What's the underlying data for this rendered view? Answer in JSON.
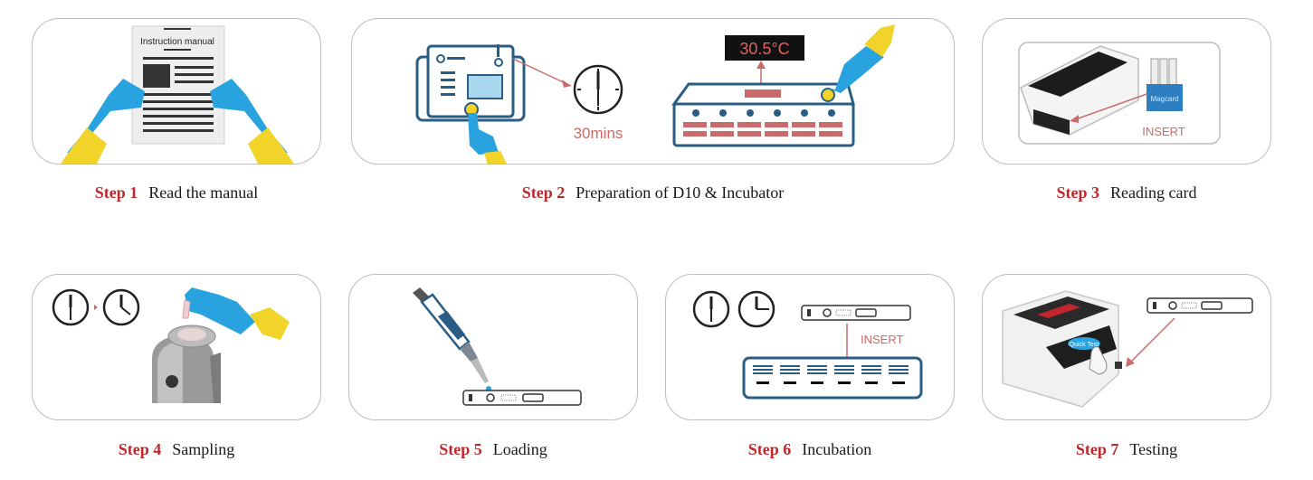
{
  "colors": {
    "accent_red": "#c0272d",
    "steel_blue": "#2a5d85",
    "glove_blue": "#29a3df",
    "glove_yellow": "#f2d32a",
    "salmon": "#c96b6b",
    "panel_border": "#bdbdbd"
  },
  "steps": [
    {
      "number": "Step 1",
      "label": "Read the manual",
      "art": {
        "manual_title": "Instruction manual"
      },
      "icons": [
        "instruction-manual-icon",
        "gloved-hands-icon"
      ]
    },
    {
      "number": "Step 2",
      "label": "Preparation of D10 & Incubator",
      "art": {
        "timer": "30mins",
        "temperature": "30.5°C"
      },
      "icons": [
        "d10-device-icon",
        "clock-icon",
        "incubator-icon",
        "pointing-finger-icon"
      ]
    },
    {
      "number": "Step 3",
      "label": "Reading card",
      "art": {
        "card_text": "Magcard",
        "insert": "INSERT"
      },
      "icons": [
        "reader-device-icon",
        "magcard-icon"
      ]
    },
    {
      "number": "Step 4",
      "label": "Sampling",
      "art": {},
      "icons": [
        "clock-icon",
        "vortex-mixer-icon",
        "gloved-hand-icon"
      ]
    },
    {
      "number": "Step 5",
      "label": "Loading",
      "art": {},
      "icons": [
        "pipette-icon",
        "test-cassette-icon"
      ]
    },
    {
      "number": "Step 6",
      "label": "Incubation",
      "art": {
        "insert": "INSERT"
      },
      "icons": [
        "clock-icon",
        "test-cassette-icon",
        "incubator-icon"
      ]
    },
    {
      "number": "Step 7",
      "label": "Testing",
      "art": {
        "button": "Quick Test"
      },
      "icons": [
        "analyzer-printer-icon",
        "test-cassette-icon"
      ]
    }
  ]
}
